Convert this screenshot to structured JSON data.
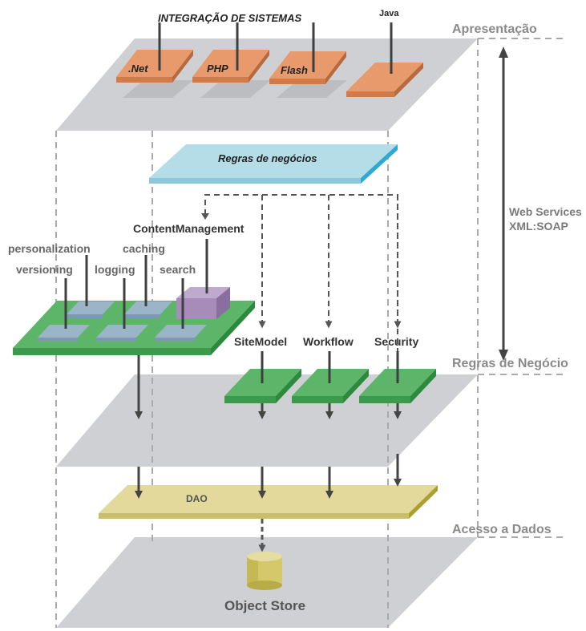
{
  "layers": {
    "presentation": "Apresentação",
    "business": "Regras de Negócio",
    "data_access": "Acesso a Dados"
  },
  "integration_title": "INTEGRAÇÃO DE SISTEMAS",
  "platforms": {
    "dotnet": ".Net",
    "php": "PHP",
    "flash": "Flash",
    "java": "Java"
  },
  "business_rules": "Regras de negócios",
  "content_management": "ContentManagement",
  "cm_modules": {
    "personalization": "personalization",
    "caching": "caching",
    "versioning": "versioning",
    "logging": "logging",
    "search": "search"
  },
  "services": {
    "sitemodel": "SiteModel",
    "workflow": "Workflow",
    "security": "Security"
  },
  "web_services": {
    "line1": "Web Services",
    "line2": "XML:SOAP"
  },
  "dao": "DAO",
  "object_store": "Object Store",
  "colors": {
    "layer_plane": "#cfd0d4",
    "platform": "#e99a6c",
    "business_rules": "#b5dde8",
    "module_green": "#5db56a",
    "module_blue": "#9ab5c8",
    "content_purple": "#a78bb8",
    "dao": "#e2d99a",
    "store": "#d4c86a",
    "arrow": "#444444"
  }
}
